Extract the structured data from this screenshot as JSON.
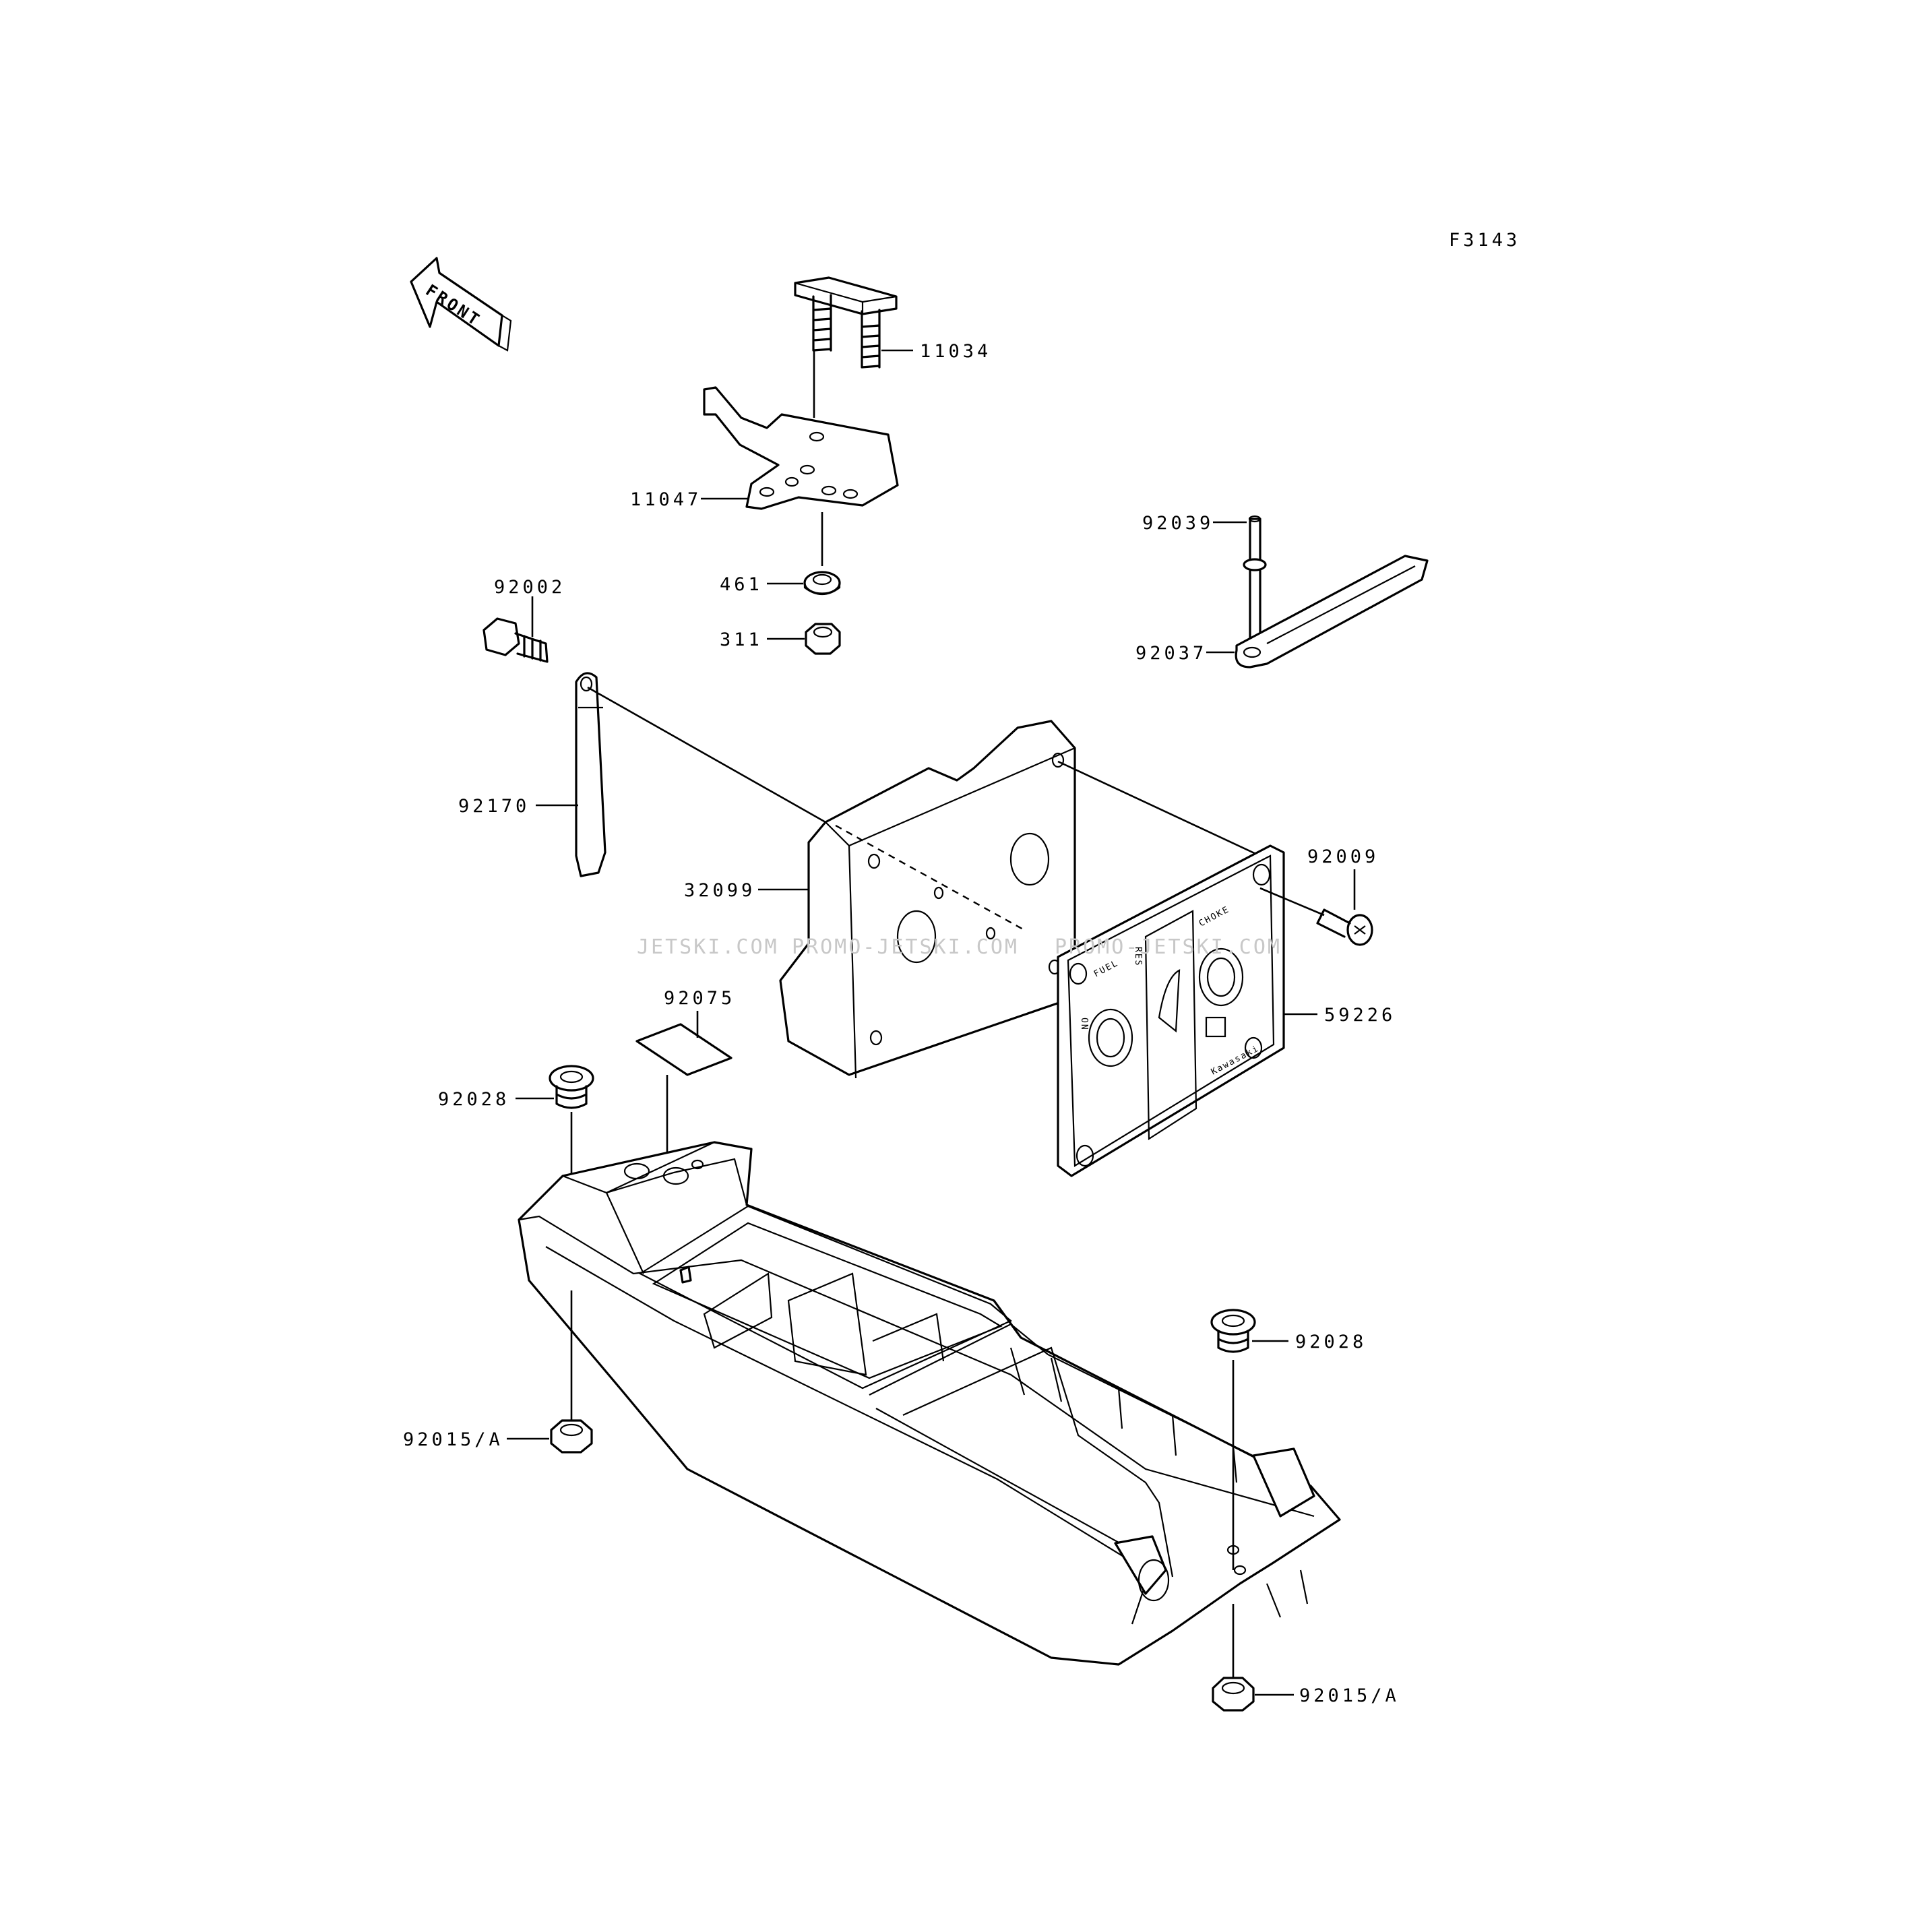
{
  "figure_code": "F3143",
  "front_label": "FRONT",
  "watermarks": [
    "JETSKI.COM",
    "PROMO-JETSKI.COM",
    "PROMO-JETSKI.COM"
  ],
  "panel_text": {
    "fuel": "FUEL",
    "on": "ON",
    "res": "RES",
    "choke": "CHOKE",
    "brand": "Kawasaki"
  },
  "parts": [
    {
      "id": "p11034",
      "number": "11034"
    },
    {
      "id": "p11047",
      "number": "11047"
    },
    {
      "id": "p461",
      "number": "461"
    },
    {
      "id": "p311",
      "number": "311"
    },
    {
      "id": "p92002",
      "number": "92002"
    },
    {
      "id": "p92039",
      "number": "92039"
    },
    {
      "id": "p92037",
      "number": "92037"
    },
    {
      "id": "p92170",
      "number": "92170"
    },
    {
      "id": "p32099",
      "number": "32099"
    },
    {
      "id": "p92009",
      "number": "92009"
    },
    {
      "id": "p59226",
      "number": "59226"
    },
    {
      "id": "p92075",
      "number": "92075"
    },
    {
      "id": "p92028a",
      "number": "92028"
    },
    {
      "id": "p92028b",
      "number": "92028"
    },
    {
      "id": "p92015a",
      "number": "92015/A"
    },
    {
      "id": "p92015b",
      "number": "92015/A"
    }
  ]
}
